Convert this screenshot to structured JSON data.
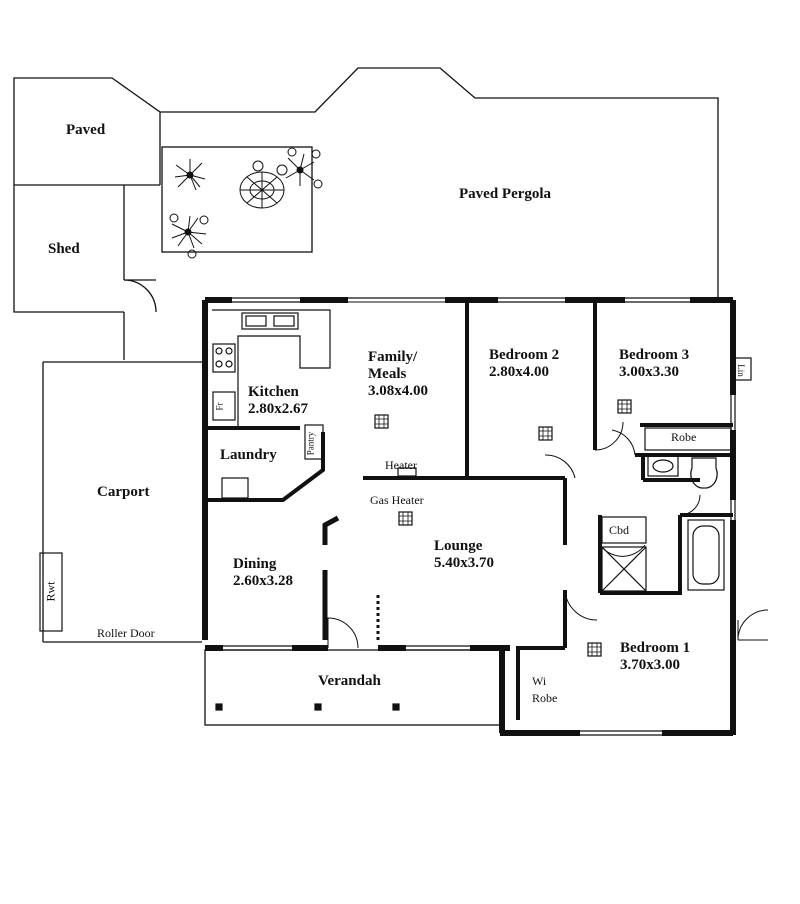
{
  "rooms": {
    "paved": {
      "name": "Paved"
    },
    "paved_pergola": {
      "name": "Paved Pergola"
    },
    "shed": {
      "name": "Shed"
    },
    "carport": {
      "name": "Carport"
    },
    "kitchen": {
      "name": "Kitchen",
      "size": "2.80x2.67"
    },
    "family_meals": {
      "name_line1": "Family/",
      "name_line2": "Meals",
      "size": "3.08x4.00"
    },
    "bedroom2": {
      "name": "Bedroom 2",
      "size": "2.80x4.00"
    },
    "bedroom3": {
      "name": "Bedroom 3",
      "size": "3.00x3.30"
    },
    "laundry": {
      "name": "Laundry"
    },
    "dining": {
      "name": "Dining",
      "size": "2.60x3.28"
    },
    "lounge": {
      "name": "Lounge",
      "size": "5.40x3.70"
    },
    "bedroom1": {
      "name": "Bedroom 1",
      "size": "3.70x3.00"
    },
    "verandah": {
      "name": "Verandah"
    }
  },
  "fixtures": {
    "pantry": "Pantry",
    "heater": "Heater",
    "gas_heater": "Gas Heater",
    "robe": "Robe",
    "cbd": "Cbd",
    "wi_robe_line1": "Wi",
    "wi_robe_line2": "Robe",
    "roller_door": "Roller Door",
    "rwt": "Rwt",
    "fr": "Fr",
    "lin": "Lin"
  },
  "colors": {
    "line": "#111111",
    "background": "#ffffff"
  }
}
